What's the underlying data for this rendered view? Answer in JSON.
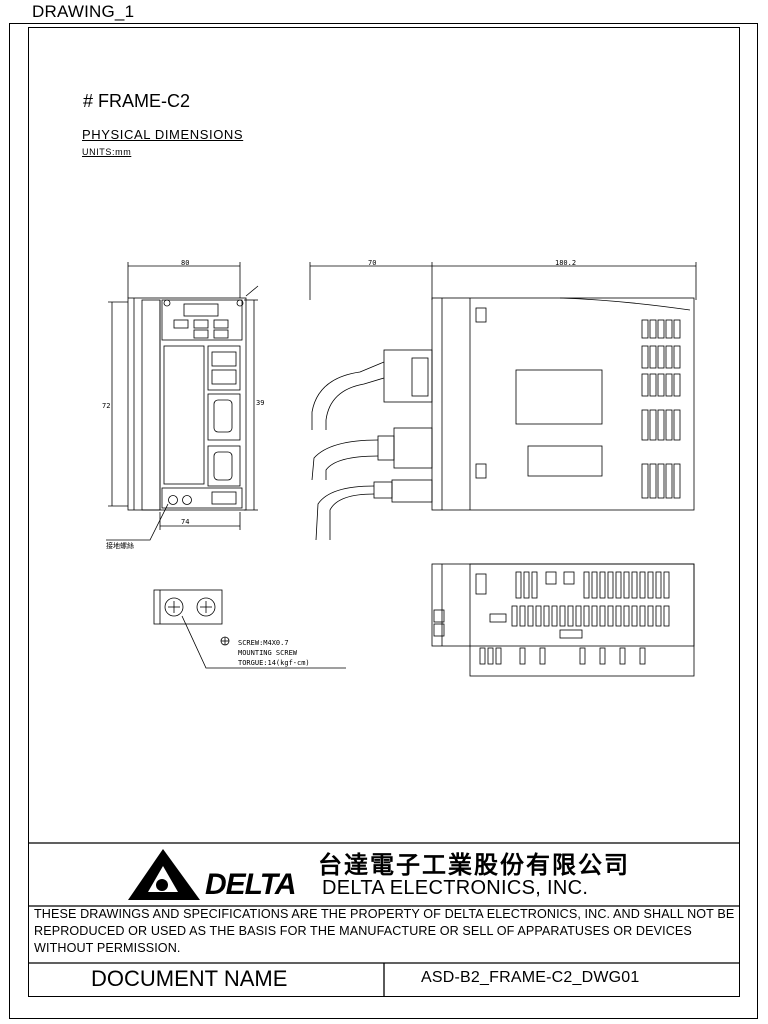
{
  "sheet": {
    "label": "DRAWING_1"
  },
  "drawing": {
    "frame_title": "# FRAME-C2",
    "section_title": "PHYSICAL  DIMENSIONS",
    "units": "UNITS:mm",
    "dims": {
      "front_width": "80",
      "front_bottom": "74",
      "front_height_left": "72",
      "front_height_right": "39",
      "side_left": "70",
      "side_right": "180.2"
    },
    "ground_label": "接地螺絲",
    "screw_note": [
      "SCREW:M4X0.7",
      "MOUNTING SCREW",
      "TORGUE:14(kgf-cm)"
    ]
  },
  "footer": {
    "company_cn": "台達電子工業股份有限公司",
    "company_en": "DELTA ELECTRONICS, INC.",
    "logo_text": "DELTA",
    "disclaimer": "THESE DRAWINGS AND SPECIFICATIONS ARE THE PROPERTY OF DELTA ELECTRONICS, INC. AND SHALL NOT BE REPRODUCED OR USED AS THE BASIS FOR THE MANUFACTURE OR SELL OF APPARATUSES OR DEVICES WITHOUT PERMISSION.",
    "doc_name_label": "DOCUMENT NAME",
    "doc_id": "ASD-B2_FRAME-C2_DWG01"
  }
}
